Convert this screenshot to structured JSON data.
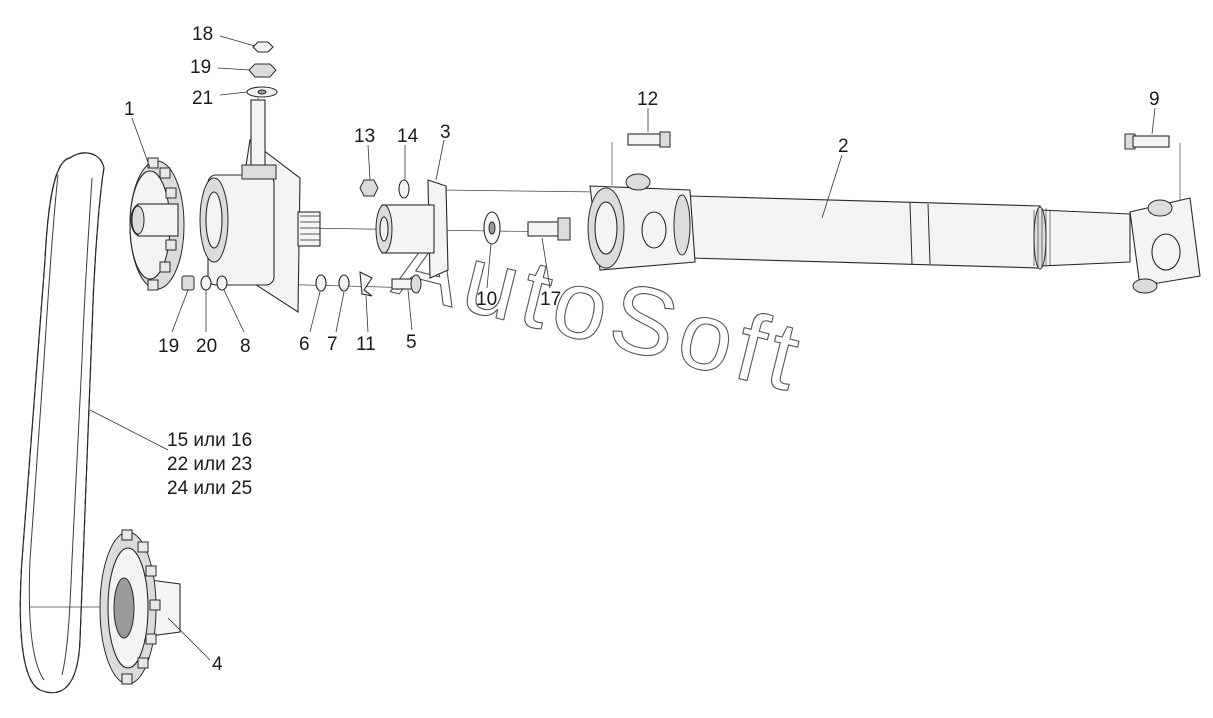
{
  "callouts": [
    {
      "id": "c18",
      "text": "18"
    },
    {
      "id": "c19a",
      "text": "19"
    },
    {
      "id": "c21",
      "text": "21"
    },
    {
      "id": "c1",
      "text": "1"
    },
    {
      "id": "c13",
      "text": "13"
    },
    {
      "id": "c14",
      "text": "14"
    },
    {
      "id": "c3",
      "text": "3"
    },
    {
      "id": "c12",
      "text": "12"
    },
    {
      "id": "c2",
      "text": "2"
    },
    {
      "id": "c9",
      "text": "9"
    },
    {
      "id": "c19b",
      "text": "19"
    },
    {
      "id": "c20",
      "text": "20"
    },
    {
      "id": "c8",
      "text": "8"
    },
    {
      "id": "c6",
      "text": "6"
    },
    {
      "id": "c7",
      "text": "7"
    },
    {
      "id": "c11",
      "text": "11"
    },
    {
      "id": "c5",
      "text": "5"
    },
    {
      "id": "c10",
      "text": "10"
    },
    {
      "id": "c17",
      "text": "17"
    },
    {
      "id": "c4",
      "text": "4"
    }
  ],
  "chain_label": [
    "15 или 16",
    "22 или 23",
    "24 или 25"
  ],
  "watermark": "AutoSoft"
}
